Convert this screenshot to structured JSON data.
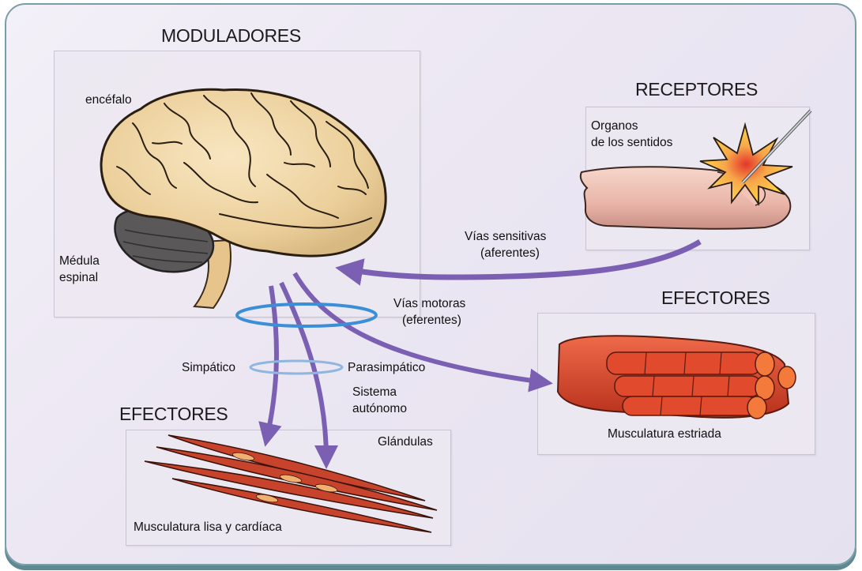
{
  "titles": {
    "moduladores": "MODULADORES",
    "receptores": "RECEPTORES",
    "efectores_right": "EFECTORES",
    "efectores_left": "EFECTORES"
  },
  "labels": {
    "encefalo": "encéfalo",
    "medula_line1": "Médula",
    "medula_line2": "espinal",
    "organos_line1": "Organos",
    "organos_line2": "de los sentidos",
    "vias_sensitivas_line1": "Vías sensitivas",
    "vias_sensitivas_line2": "(aferentes)",
    "vias_motoras_line1": "Vías motoras",
    "vias_motoras_line2": "(eferentes)",
    "simpatico": "Simpático",
    "parasimpatico": "Parasimpático",
    "sistema_line1": "Sistema",
    "sistema_line2": "autónomo",
    "glandulas": "Glándulas",
    "musculatura_estriada": "Musculatura estriada",
    "musculatura_lisa": "Musculatura lisa y cardíaca"
  },
  "colors": {
    "frame_border": "#7a9ea8",
    "background": "#ebe6f2",
    "pathway_arrow": "#7b5fb3",
    "autonomic_ring": "#3b8fd6",
    "muscle": "#d4452c",
    "brain": "#f1d9ab",
    "cerebellum": "#5a5858"
  }
}
